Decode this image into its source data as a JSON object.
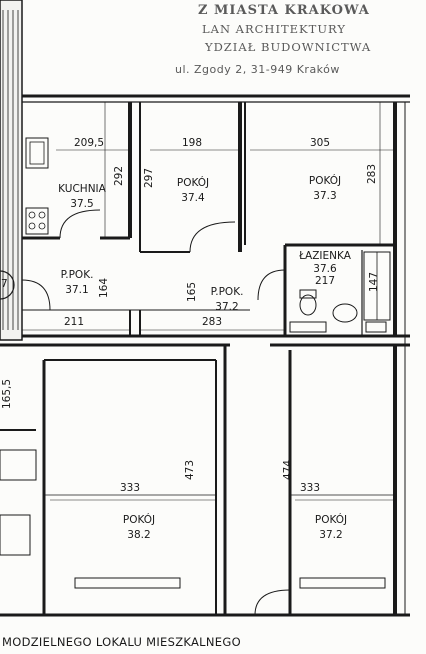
{
  "stamp": {
    "line1": "Z MIASTA KRAKOWA",
    "line2": "LAN ARCHITEKTURY",
    "line3": "YDZIAŁ BUDOWNICTWA",
    "line4": "ul. Zgody 2, 31-949 Kraków"
  },
  "rooms": {
    "kitchen": {
      "name": "KUCHNIA",
      "num": "37.5"
    },
    "room_a": {
      "name": "POKÓJ",
      "num": "37.4"
    },
    "room_b": {
      "name": "POKÓJ",
      "num": "37.3"
    },
    "hall_1": {
      "name": "P.POK.",
      "num": "37.1"
    },
    "hall_2": {
      "name": "P.POK.",
      "num": "37.2"
    },
    "bathroom": {
      "name": "ŁAZIENKA",
      "num": "37.6",
      "area": "217"
    },
    "room_c": {
      "name": "POKÓJ",
      "num": "38.2"
    },
    "room_d": {
      "name": "POKÓJ",
      "num": "37.2"
    }
  },
  "dimensions": {
    "kitchen_width": "209,5",
    "kitchen_depth": "292",
    "room_a_depth": "297",
    "room_a_width": "198",
    "room_b_width": "305",
    "room_b_depth": "283",
    "hall_1_depth": "164",
    "hall_2_depth": "165",
    "hall_1_width": "211",
    "hall_2_width": "283",
    "bath_depth": "147",
    "room_c_width": "333",
    "room_c_depth": "473",
    "room_d_depth": "474",
    "room_d_width": "333",
    "left_cut": "165,5",
    "marker": "7"
  },
  "caption": "MODZIELNEGO LOKALU MIESZKALNEGO"
}
